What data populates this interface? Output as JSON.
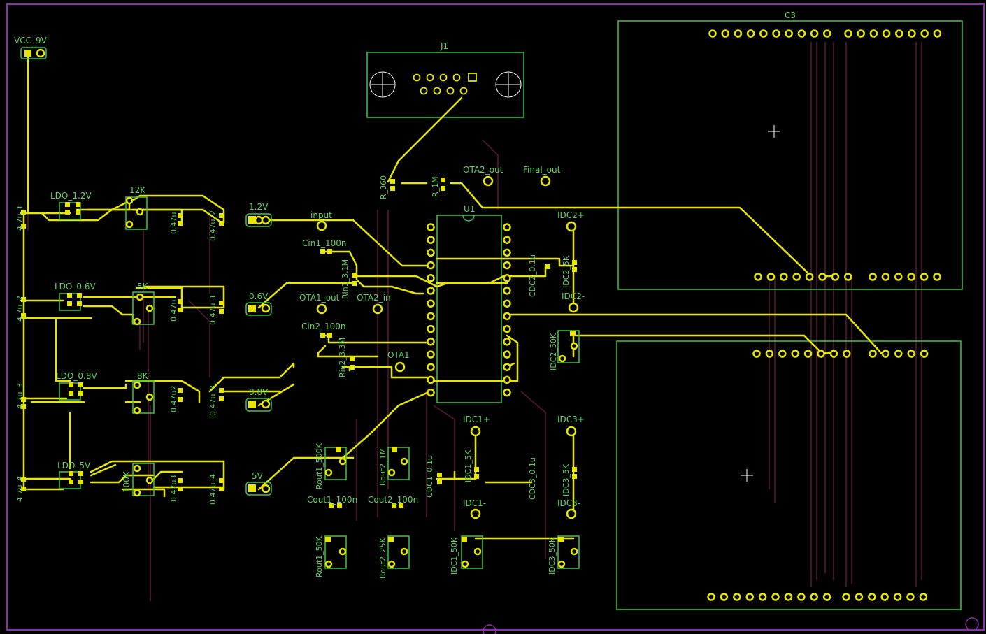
{
  "connectors": {
    "c3": "C3",
    "j1": "J1",
    "u1": "U1",
    "power_in": "VCC_9V",
    "rail_12": "1.2V",
    "rail_06": "0.6V",
    "rail_08": "0.8V",
    "rail_5": "5V"
  },
  "ldos": {
    "ldo_12": "LDO_1.2V",
    "ldo_06": "LDO_0.6V",
    "ldo_08": "LDO_0.8V",
    "ldo_5": "LDO_5V"
  },
  "resistors": {
    "r12k": "12K",
    "r5k": "5K",
    "r8k": "8K",
    "r100k": "100K",
    "r_360": "R_360",
    "r_1m": "R_1M",
    "rin1": "Rin1_3.1M",
    "rin2": "Rin2_3.3M",
    "rout1_500k": "Rout1_500K",
    "rout2_1m": "Rout2_1M",
    "rout1_50k": "Rout1_50K",
    "rout2_25k": "Rout2_25K",
    "idc1_5k": "IDC1_5K",
    "idc2_5k": "IDC2_5K",
    "idc3_5k": "IDC3_5K",
    "idc1_50k": "IDC1_50K",
    "idc2_50k": "IDC2_50K",
    "idc3_50k": "IDC3_50K"
  },
  "capacitors": {
    "c47_1": "4.7u_1",
    "c47_2": "4.7u_2",
    "c47_3": "4.7u_3",
    "c47_4": "4.7u_4",
    "c047u_1": "0.47u",
    "c047u_2": "0.47u",
    "c047u_3": "0.47u2",
    "c047u_4": "0.47u3",
    "c047_2": "0.47u_2",
    "c047_1": "0.47u_1",
    "c047_3": "0.47u_3",
    "c047_4": "0.47u_4",
    "cin1": "Cin1_100n",
    "cin2": "Cin2_100n",
    "cout1": "Cout1_100n",
    "cout2": "Cout2_100n",
    "cdc1": "CDC1_0.1u",
    "cdc2": "CDC2_0.1u",
    "cdc3": "CDC3_0.1u"
  },
  "testpoints": {
    "input": "input",
    "ota1": "OTA1",
    "ota1_out": "OTA1_out",
    "ota2_in": "OTA2_in",
    "ota2_out": "OTA2_out",
    "final_out": "Final_out",
    "idc1p": "IDC1+",
    "idc1m": "IDC1-",
    "idc2p": "IDC2+",
    "idc2m": "IDC2-",
    "idc3p": "IDC3+",
    "idc3m": "IDC3-"
  },
  "colors": {
    "background": "#000000",
    "board_outline": "#8d2fb0",
    "top_copper": "#e6e600",
    "bottom_copper": "#5a1a36",
    "silkscreen": "#3ec83e"
  }
}
